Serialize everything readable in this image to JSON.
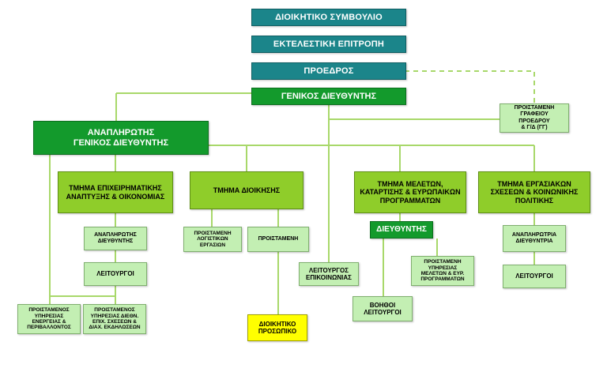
{
  "boxes": {
    "board": "ΔΙΟΙΚΗΤΙΚΟ ΣΥΜΒΟΥΛΙΟ",
    "executive_committee": "ΕΚΤΕΛΕΣΤΙΚΗ ΕΠΙΤΡΟΠΗ",
    "president": "ΠΡΟΕΔΡΟΣ",
    "general_director": "ΓΕΝΙΚΟΣ ΔΙΕΥΘΥΝΤΗΣ",
    "president_office_head": "ΠΡΟΙΣΤΑΜΕΝΗ\nΓΡΑΦΕΙΟΥ\nΠΡΟΕΔΡΟΥ\n& Γ/Δ (ΓΓ)",
    "deputy_general_director": "ΑΝΑΠΛΗΡΩΤΗΣ\nΓΕΝΙΚΟΣ ΔΙΕΥΘΥΝΤΗΣ",
    "dept_business": "ΤΜΗΜΑ ΕΠΙΧΕΙΡΗΜΑΤΙΚΗΣ\nΑΝΑΠΤΥΞΗΣ & ΟΙΚΟΝΟΜΙΑΣ",
    "dept_administration": "ΤΜΗΜΑ ΔΙΟΙΚΗΣΗΣ",
    "dept_studies": "ΤΜΗΜΑ ΜΕΛΕΤΩΝ,\nΚΑΤΑΡΤΙΣΗΣ & ΕΥΡΩΠΑΙΚΩΝ\nΠΡΟΓΡΑΜΜΑΤΩΝ",
    "dept_labour": "ΤΜΗΜΑ ΕΡΓΑΣΙΑΚΩΝ\nΣΧΕΣΕΩΝ & ΚΟΙΝΩΝΙΚΗΣ\nΠΟΛΙΤΙΚΗΣ",
    "business_deputy_director": "ΑΝΑΠΛΗΡΩΤΗΣ\nΔΙΕΥΘΥΝΤΗΣ",
    "business_officers": "ΛΕΙΤΟΥΡΓΟΙ",
    "head_energy": "ΠΡΟΙΣΤΑΜΕΝΟΣ\nΥΠΗΡΕΣΙΑΣ\nΕΝΕΡΓΕΙΑΣ &\nΠΕΡΙΒΑΛΛΟΝΤΟΣ",
    "head_international": "ΠΡΟΙΣΤΑΜΕΝΟΣ\nΥΠΗΡΕΣΙΑΣ ΔΙΕΘΝ.\nΕΠΙΧ. ΣΧΕΣΕΩΝ &\nΔΙΑΧ. ΕΚΔΗΛΩΣΕΩΝ",
    "head_accounting": "ΠΡΟΙΣΤΑΜΕΝΗ\nΛΟΓΙΣΤΙΚΩΝ\nΕΡΓΑΣΙΩΝ",
    "head_admin": "ΠΡΟΙΣΤΑΜΕΝΗ",
    "admin_staff": "ΔΙΟΙΚΗΤΙΚΟ\nΠΡΟΣΩΠΙΚΟ",
    "communications_officer": "ΛΕΙΤΟΥΡΓΟΣ\nΕΠΙΚΟΙΝΩΝΙΑΣ",
    "studies_director": "ΔΙΕΥΘΥΝΤΗΣ",
    "head_studies": "ΠΡΟΙΣΤΑΜΕΝΗ\nΥΠΗΡΕΣΙΑΣ\nΜΕΛΕΤΩΝ & ΕΥΡ.\nΠΡΟΓΡΑΜΜΑΤΩΝ",
    "assistant_officers": "ΒΟΗΘΟΙ\nΛΕΙΤΟΥΡΓΟΙ",
    "labour_deputy_director": "ΑΝΑΠΛΗΡΩΤΡΙΑ\nΔΙΕΥΘΥΝΤΡΙΑ",
    "labour_officers": "ΛΕΙΤΟΥΡΓΟΙ"
  },
  "colors": {
    "teal": "#1b858a",
    "dark_green": "#139a2c",
    "lime": "#8fcd2a",
    "pale_green": "#c3efb3",
    "yellow": "#ffff00",
    "connector": "#a8d86a"
  }
}
